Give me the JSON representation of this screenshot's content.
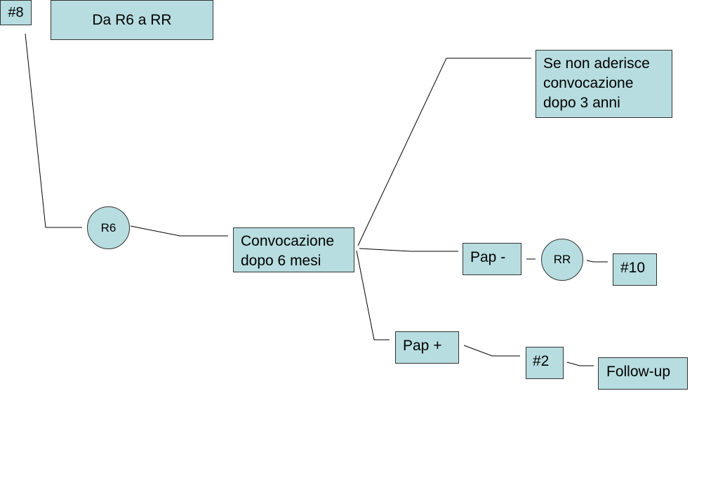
{
  "diagram": {
    "tag_start": "#8",
    "title": "Da R6 a RR",
    "node_r6": "R6",
    "convocazione_6m": [
      "Convocazione",
      "dopo 6 mesi"
    ],
    "no_adherence": [
      "Se non aderisce",
      "convocazione",
      "dopo 3 anni"
    ],
    "pap_negative": "Pap -",
    "node_rr": "RR",
    "tag_10": "#10",
    "pap_positive": "Pap +",
    "tag_2": "#2",
    "follow_up": "Follow-up"
  },
  "colors": {
    "node_fill": "#b7dde0",
    "node_border": "#333333",
    "connector": "#000000"
  }
}
